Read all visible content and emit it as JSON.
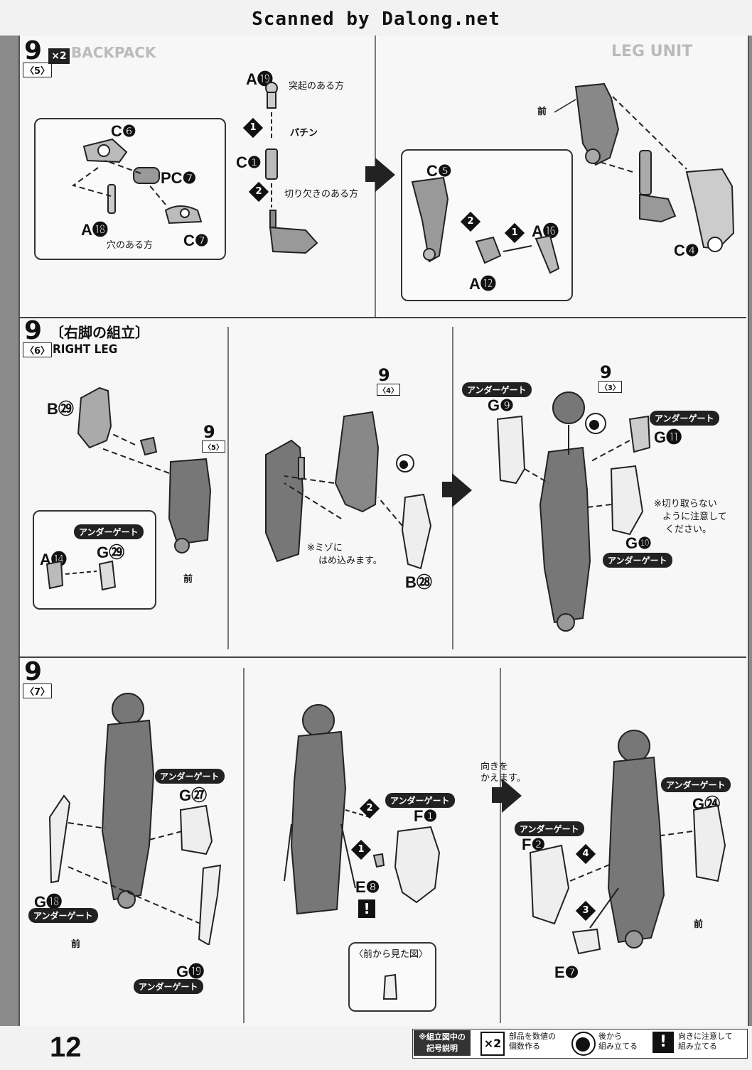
{
  "scan_credit": "Scanned by Dalong.net",
  "page_number": "12",
  "step_a": {
    "number": "9",
    "sub": "〈5〉",
    "multiplier": "×2",
    "parts": {
      "a19": "A⓳",
      "c1": "C❶",
      "c6": "C❻",
      "pc7": "PC❼",
      "a18": "A⓲",
      "c7": "C❼",
      "c5": "C❺",
      "a16": "A⓰",
      "a12": "A⓬",
      "c4": "C❹"
    },
    "notes": {
      "protrusion": "突起のある方",
      "snap": "パチン",
      "notch": "切り欠きのある方",
      "hole": "穴のある方",
      "front": "前"
    },
    "seq": [
      "1",
      "2"
    ]
  },
  "step_b": {
    "number": "9",
    "sub": "〈6〉",
    "title_jp": "〔右脚の組立〕",
    "title_en": "RIGHT LEG",
    "ref5": {
      "num": "9",
      "sub": "〈5〉"
    },
    "ref4": {
      "num": "9",
      "sub": "〈4〉"
    },
    "ref3": {
      "num": "9",
      "sub": "〈3〉"
    },
    "parts": {
      "b29": "B㉙",
      "a14": "A⓮",
      "g29": "G㉙",
      "b28": "B㉘",
      "g9": "G❾",
      "g11": "G⓫",
      "g10": "G❿"
    },
    "gate": "アンダーゲート",
    "notes": {
      "groove_1": "※ミゾに",
      "groove_2": "はめ込みます。",
      "nocut_1": "※切り取らない",
      "nocut_2": "ように注意して",
      "nocut_3": "ください。",
      "front": "前"
    }
  },
  "step_c": {
    "number": "9",
    "sub": "〈7〉",
    "parts": {
      "g27": "G㉗",
      "g18": "G⓲",
      "g19": "G⓳",
      "f1": "F❶",
      "e8": "E❽",
      "f2": "F❷",
      "g24": "G㉔",
      "e7": "E❼"
    },
    "gate": "アンダーゲート",
    "notes": {
      "front_view": "〈前から見た図〉",
      "turn_1": "向きを",
      "turn_2": "かえます。",
      "front": "前"
    },
    "seq": [
      "1",
      "2",
      "3",
      "4"
    ]
  },
  "legend": {
    "head_1": "※組立図中の",
    "head_2": "記号説明",
    "mult_icon": "×2",
    "mult_1": "部品を数値の",
    "mult_2": "個数作る",
    "later_1": "後から",
    "later_2": "組み立てる",
    "caution_icon": "!",
    "caution_1": "向きに注意して",
    "caution_2": "組み立てる"
  }
}
